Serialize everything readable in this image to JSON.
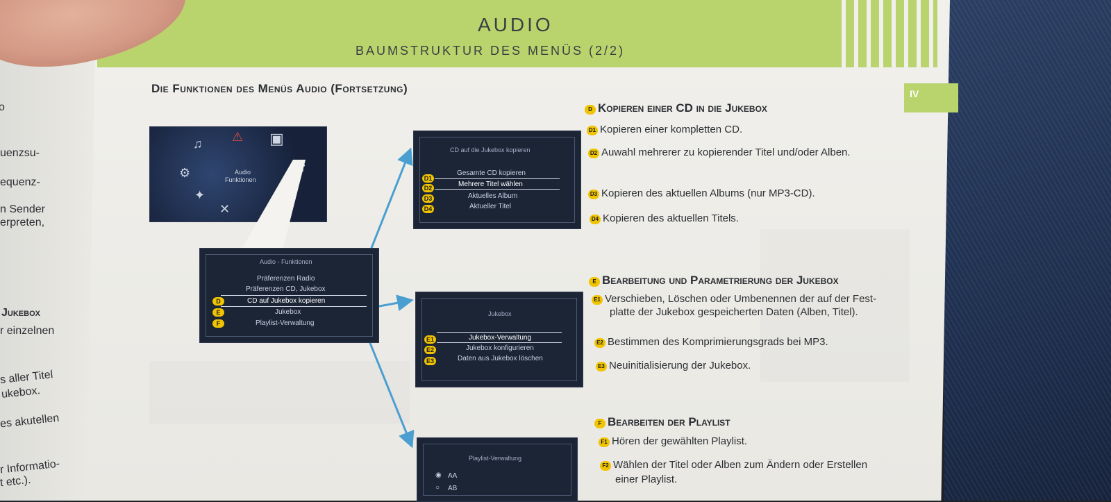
{
  "header": {
    "title": "AUDIO",
    "subtitle": "BAUMSTRUKTUR DES MENÜS (2/2)",
    "chapter_tab": "IV"
  },
  "section_title": "Die Funktionen des Menüs Audio (Fortsetzung)",
  "left_page_fragments": [
    "o",
    "uenzsu-",
    "equenz-",
    "n Sender",
    "erpreten,",
    "Jukebox",
    "r einzelnen",
    "s aller Titel",
    "ukebox.",
    "es akutellen",
    "r Informatio-",
    "t etc.)."
  ],
  "main_menu": {
    "label_line1": "Audio",
    "label_line2": "Funktionen"
  },
  "audio_menu": {
    "title": "Audio - Funktionen",
    "items": [
      {
        "badge": "",
        "label": "Präferenzen Radio"
      },
      {
        "badge": "",
        "label": "Präferenzen CD, Jukebox"
      },
      {
        "badge": "D",
        "label": "CD auf Jukebox kopieren"
      },
      {
        "badge": "E",
        "label": "Jukebox"
      },
      {
        "badge": "F",
        "label": "Playlist-Verwaltung"
      }
    ]
  },
  "copy_menu": {
    "title": "CD auf die Jukebox kopieren",
    "items": [
      {
        "badge": "D1",
        "label": "Gesamte CD kopieren"
      },
      {
        "badge": "D2",
        "label": "Mehrere Titel wählen"
      },
      {
        "badge": "D3",
        "label": "Aktuelles Album"
      },
      {
        "badge": "D4",
        "label": "Aktueller Titel"
      }
    ]
  },
  "jukebox_menu": {
    "title": "Jukebox",
    "items": [
      {
        "badge": "E1",
        "label": "Jukebox-Verwaltung"
      },
      {
        "badge": "E2",
        "label": "Jukebox konfigurieren"
      },
      {
        "badge": "E3",
        "label": "Daten aus Jukebox löschen"
      }
    ]
  },
  "playlist_menu": {
    "title": "Playlist-Verwaltung",
    "items": [
      {
        "radio": "◉",
        "label": "AA"
      },
      {
        "radio": "○",
        "label": "AB"
      }
    ]
  },
  "descriptions": {
    "D": {
      "badge": "D",
      "heading": "Kopieren einer CD in die Jukebox",
      "items": [
        {
          "badge": "D1",
          "text": "Kopieren einer kompletten CD."
        },
        {
          "badge": "D2",
          "text": "Auwahl mehrerer zu kopierender Titel und/oder Alben."
        },
        {
          "badge": "D3",
          "text": "Kopieren des aktuellen Albums (nur MP3-CD)."
        },
        {
          "badge": "D4",
          "text": "Kopieren des aktuellen Titels."
        }
      ]
    },
    "E": {
      "badge": "E",
      "heading": "Bearbeitung und Parametrierung der Jukebox",
      "items": [
        {
          "badge": "E1",
          "text": "Verschieben, Löschen oder Umbenennen der auf der Fest-",
          "text2": "platte der Jukebox gespeicherten Daten (Alben, Titel)."
        },
        {
          "badge": "E2",
          "text": "Bestimmen des Komprimierungsgrads bei MP3."
        },
        {
          "badge": "E3",
          "text": "Neuinitialisierung der Jukebox."
        }
      ]
    },
    "F": {
      "badge": "F",
      "heading": "Bearbeiten der Playlist",
      "items": [
        {
          "badge": "F1",
          "text": "Hören der gewählten Playlist."
        },
        {
          "badge": "F2",
          "text": "Wählen der Titel oder Alben zum Ändern oder Erstellen",
          "text2": "einer Playlist."
        }
      ]
    }
  },
  "colors": {
    "banner": "#b9d46c",
    "badge": "#f0c400",
    "arrow": "#4a9fd0"
  }
}
